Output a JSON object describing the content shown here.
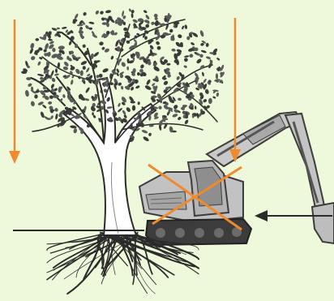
{
  "diagram": {
    "illustrations": [
      "tree-with-roots",
      "excavator"
    ],
    "markers": [
      "dripline-arrow-left",
      "dripline-arrow-right",
      "excavator-crossed-out",
      "ground-line",
      "approach-arrow"
    ]
  },
  "colors": {
    "background": "#eef8da",
    "marker": "#f08a2c",
    "ink": "#2b2b2b",
    "tree_trunk": "#ffffff",
    "foliage": "#3a3a3a",
    "excavator_body": "#bdbdbd",
    "excavator_dark": "#3c3c3c"
  }
}
